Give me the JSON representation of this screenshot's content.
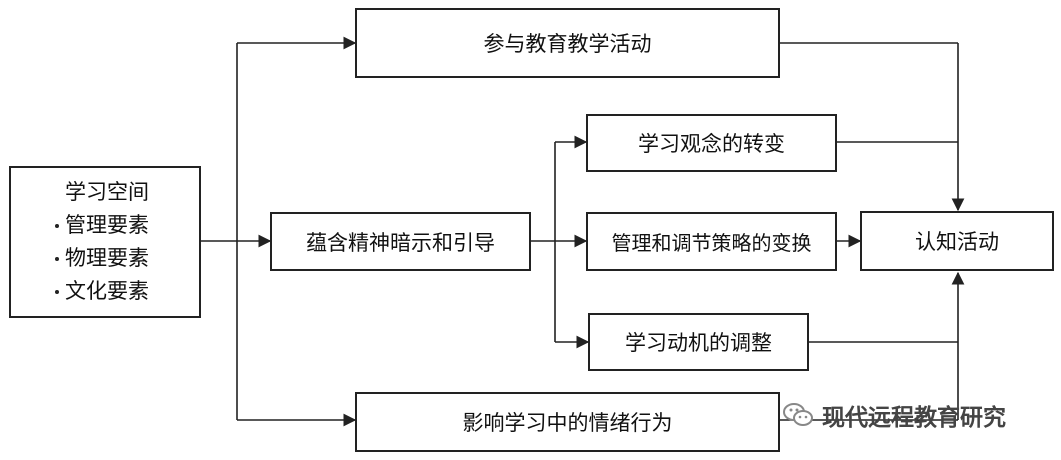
{
  "diagram": {
    "source": {
      "title": "学习空间",
      "items": [
        "管理要素",
        "物理要素",
        "文化要素"
      ]
    },
    "top_box": "参与教育教学活动",
    "middle_box": "蕴含精神暗示和引导",
    "bottom_box": "影响学习中的情绪行为",
    "branch_boxes": [
      "学习观念的转变",
      "管理和调节策略的变换",
      "学习动机的调整"
    ],
    "target_box": "认知活动"
  },
  "watermark": {
    "text": "现代远程教育研究",
    "icon": "wechat-icon"
  }
}
